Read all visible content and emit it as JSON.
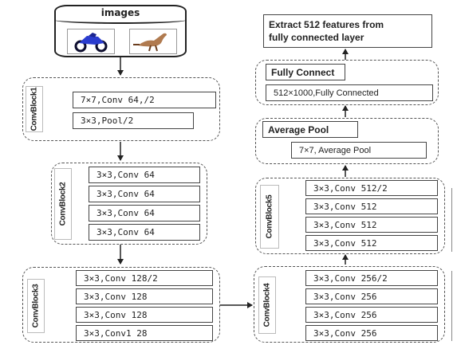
{
  "source": {
    "title": "images",
    "thumbnails": [
      {
        "icon": "motorcycle-icon",
        "colors": [
          "#2a3ccf",
          "#0d0d2e"
        ]
      },
      {
        "icon": "dinosaur-icon",
        "colors": [
          "#b07a4f",
          "#6a3d1e"
        ]
      }
    ]
  },
  "blocks": {
    "convblock1": {
      "label": "ConvBlock1",
      "layers": [
        "7×7,Conv 64,/2",
        "3×3,Pool/2"
      ]
    },
    "convblock2": {
      "label": "ConvBlock2",
      "layers": [
        "3×3,Conv 64",
        "3×3,Conv 64",
        "3×3,Conv 64",
        "3×3,Conv 64"
      ]
    },
    "convblock3": {
      "label": "ConvBlock3",
      "layers": [
        "3×3,Conv 128/2",
        "3×3,Conv 128",
        "3×3,Conv 128",
        "3×3,Conv1 28"
      ]
    },
    "convblock4": {
      "label": "ConvBlock4",
      "layers": [
        "3×3,Conv 256/2",
        "3×3,Conv 256",
        "3×3,Conv 256",
        "3×3,Conv 256"
      ]
    },
    "convblock5": {
      "label": "ConvBlock5",
      "layers": [
        "3×3,Conv 512/2",
        "3×3,Conv 512",
        "3×3,Conv 512",
        "3×3,Conv 512"
      ]
    }
  },
  "average_pool": {
    "title": "Average Pool",
    "layer": "7×7, Average Pool"
  },
  "fully_connect": {
    "title": "Fully Connect",
    "layer": "512×1000,Fully Connected"
  },
  "output": {
    "line1": "Extract 512 features from",
    "line2": "fully connected layer"
  },
  "colors": {
    "line": "#222222",
    "dash": "#555555",
    "box_border": "#444444"
  }
}
